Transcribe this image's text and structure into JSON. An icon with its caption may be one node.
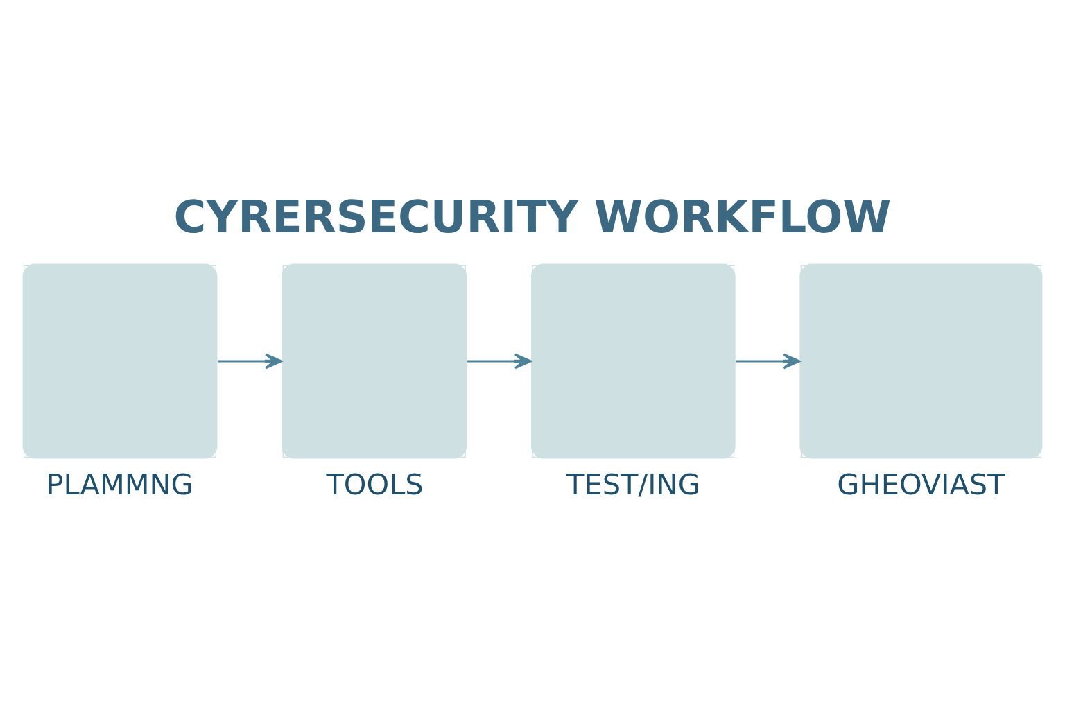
{
  "diagram": {
    "title": "CYRERSECURITY WORKFLOW",
    "nodes": [
      {
        "text": [
          "PLAMMNG"
        ]
      },
      {
        "text": [
          "TOOLS"
        ]
      },
      {
        "text": [
          "TEST/ING"
        ]
      },
      {
        "text": [
          "GHEOVIAST"
        ]
      }
    ],
    "edges": [
      {
        "from": 0,
        "to": 1,
        "arrow": "to"
      },
      {
        "from": 1,
        "to": 2,
        "arrow": "to"
      },
      {
        "from": 2,
        "to": 3,
        "arrow": "to"
      }
    ]
  }
}
